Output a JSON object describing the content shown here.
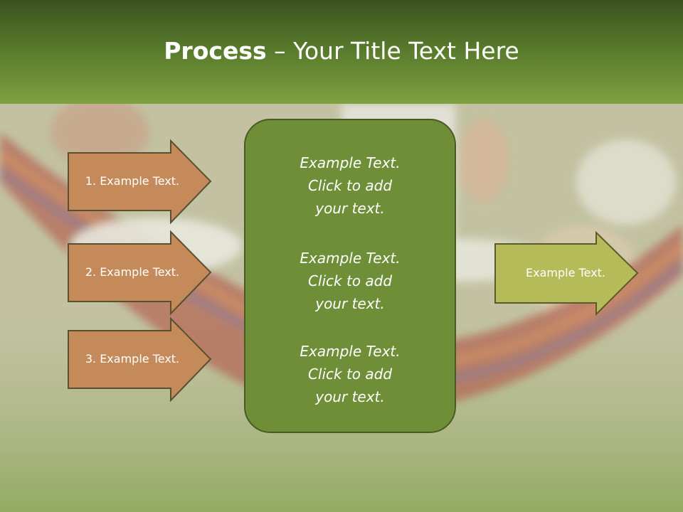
{
  "title": {
    "bold": "Process",
    "rest": " – Your Title Text Here"
  },
  "steps": [
    {
      "label": "1. Example Text."
    },
    {
      "label": "2. Example Text."
    },
    {
      "label": "3. Example Text."
    }
  ],
  "center_block": {
    "paragraphs": [
      {
        "line1": "Example Text.",
        "line2": "Click  to add",
        "line3": "your text."
      },
      {
        "line1": "Example Text.",
        "line2": "Click  to add",
        "line3": "your text."
      },
      {
        "line1": "Example Text.",
        "line2": "Click  to add",
        "line3": "your text."
      }
    ]
  },
  "output": {
    "label": "Example Text."
  },
  "colors": {
    "header_green": "#5a7d2c",
    "step_arrow_fill": "#c48a5a",
    "center_block_fill": "#6e8f37",
    "output_arrow_fill": "#b6bb5a",
    "outline": "#5a5a2a"
  }
}
